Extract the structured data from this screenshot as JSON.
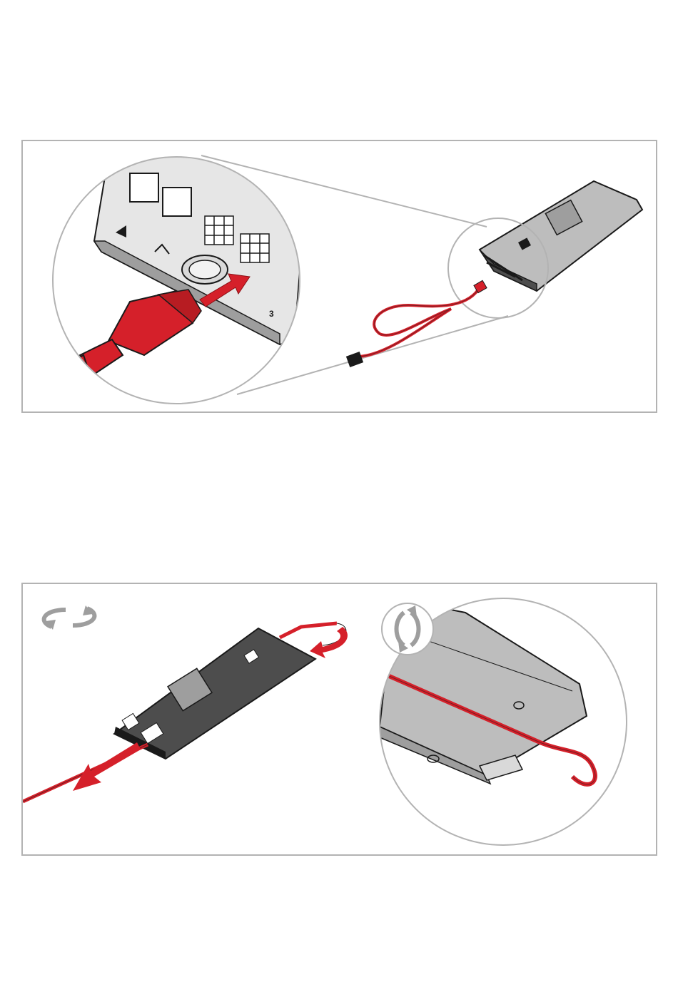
{
  "steps": [
    {
      "id": "connect-power-cable",
      "port_label": "3"
    },
    {
      "id": "route-cable-underside"
    }
  ],
  "colors": {
    "frame": "#b3b3b3",
    "device_body": "#4d4d4d",
    "device_light": "#bdbdbd",
    "cable_red": "#d5202a",
    "arrow_red": "#d5202a",
    "icon_grey": "#9e9e9e"
  },
  "icons": [
    "rotate-horizontal-icon",
    "rotate-vertical-icon",
    "insert-arrow-icon",
    "pull-arrow-icon"
  ]
}
